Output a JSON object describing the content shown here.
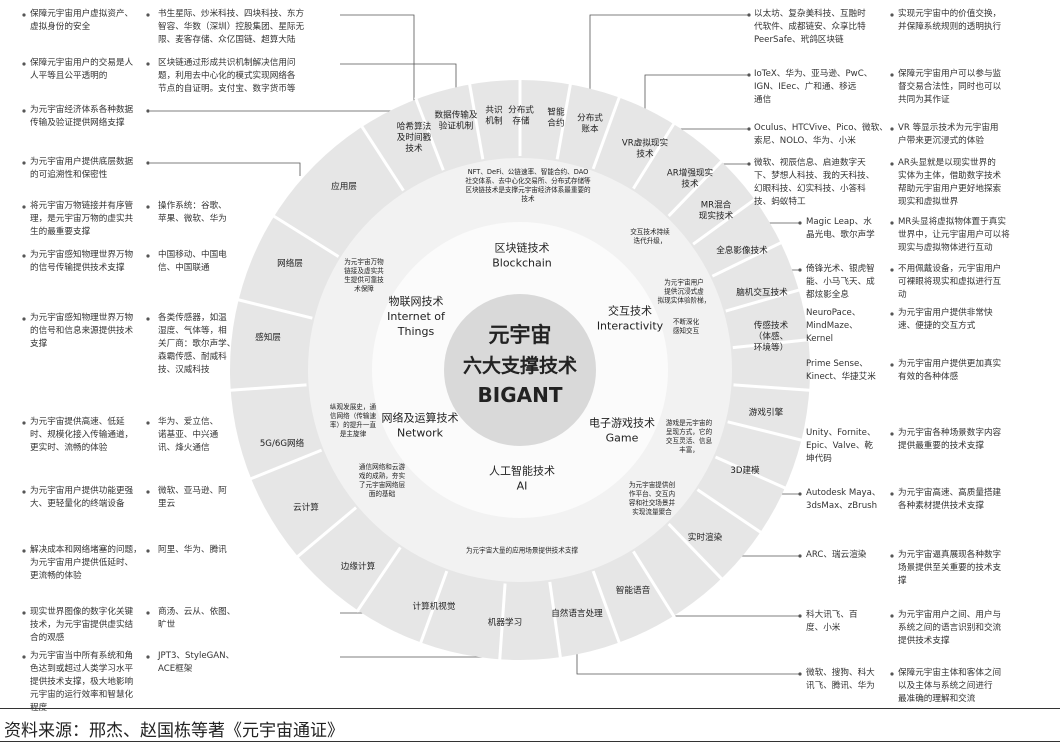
{
  "center": {
    "lines": [
      "元宇宙",
      "六大支撑技术",
      "BIGANT"
    ]
  },
  "pillars": [
    {
      "cn": "区块链技术",
      "en": "Blockchain"
    },
    {
      "cn": "交互技术",
      "en": "Interactivity"
    },
    {
      "cn": "电子游戏技术",
      "en": "Game"
    },
    {
      "cn": "人工智能技术",
      "en": "AI"
    },
    {
      "cn": "网络及运算技术",
      "en": "Network"
    },
    {
      "cn": "物联网技术",
      "en": "Internet of Things"
    }
  ],
  "ring_notes": [
    {
      "text": "NFT、DeFi、公链速率、智能合约、DAO\n社交体系、去中心化交易所、分布式存储等\n区块链技术是支撑元宇宙经济体系最重要的\n技术"
    },
    {
      "text": "交互技术持续\n迭代升级，"
    },
    {
      "text": "为元宇宙用户\n提供沉浸式虚\n拟现实体验阶梯，"
    },
    {
      "text": "不断深化\n感知交互"
    },
    {
      "text": "游戏是元宇宙的\n呈现方式，它的\n交互灵活、信息\n丰富，"
    },
    {
      "text": "为元宇宙提供创\n作平台、交互内\n容和社交场景并\n实现流量聚合"
    },
    {
      "text": "为元宇宙大量的应用场景提供技术支撑"
    },
    {
      "text": "通信网络和云游\n戏的成熟，夯实\n了元宇宙网络层\n面的基础"
    },
    {
      "text": "纵观发展史，通\n信网络（传输速\n率）的提升一直\n是主旋律"
    },
    {
      "text": "为元宇宙万物\n链接及虚实共\n生提供可靠技\n术保障"
    }
  ],
  "segments": [
    "哈希算法\n及时间戳\n技术",
    "数据传输及\n验证机制",
    "共识\n机制",
    "分布式\n存储",
    "智能\n合约",
    "分布式\n账本",
    "VR虚拟现实\n技术",
    "AR增强现实\n技术",
    "MR混合\n现实技术",
    "全息影像技术",
    "脑机交互技术",
    "传感技术\n（体感、\n环境等）",
    "游戏引擎",
    "3D建模",
    "实时渲染",
    "智能语音",
    "自然语言处理",
    "机器学习",
    "计算机视觉",
    "边缘计算",
    "云计算",
    "5G/6G网络",
    "感知层",
    "网络层",
    "应用层"
  ],
  "left_notes": [
    {
      "desc": "保障元宇宙用户虚拟资产、\n虚拟身份的安全",
      "companies": "书生星际、炒米科技、四块科技、东方\n智容、华数（深圳）控股集团、星际无\n限、麦客存储、众亿国链、超算大陆"
    },
    {
      "desc": "保障元宇宙用户的交易是人\n人平等且公平透明的",
      "companies": "区块链通过形成共识机制解决信用问\n题，利用去中心化的模式实现网络各\n节点的自证明。支付宝、数字货币等"
    },
    {
      "desc": "为元宇宙经济体系各种数据\n传输及验证提供网络支撑",
      "companies": ""
    },
    {
      "desc": "为元宇宙用户提供底层数据\n的可追溯性和保密性",
      "companies": ""
    },
    {
      "desc": "将元宇宙万物链接并有序管\n理，是元宇宙万物的虚实共\n生的最重要支撑",
      "companies": "操作系统：谷歌、\n苹果、微软、华为"
    },
    {
      "desc": "为元宇宙感知物理世界万物\n的信号传输提供技术支撑",
      "companies": "中国移动、中国电\n信、中国联通"
    },
    {
      "desc": "为元宇宙感知物理世界万物\n的信号和信息来源提供技术\n支撑",
      "companies": "各类传感器，如温\n湿度、气体等，相\n关厂商：歌尔声学、\n森霸传感、耐威科\n技、汉威科技"
    },
    {
      "desc": "为元宇宙提供高速、低延\n时、规模化接入传输通道，\n更实时、流畅的体验",
      "companies": "华为、爱立信、\n诺基亚、中兴通\n讯、烽火通信"
    },
    {
      "desc": "为元宇宙用户提供功能更强\n大、更轻量化的终端设备",
      "companies": "微软、亚马逊、阿\n里云"
    },
    {
      "desc": "解决成本和网络堵塞的问题，\n为元宇宙用户提供低延时、\n更流畅的体验",
      "companies": "阿里、华为、腾讯"
    },
    {
      "desc": "现实世界图像的数字化关键\n技术，为元宇宙提供虚实结\n合的观感",
      "companies": "商汤、云从、依图、\n旷世"
    },
    {
      "desc": "为元宇宙当中所有系统和角\n色达到或超过人类学习水平\n提供技术支撑，极大地影响\n元宇宙的运行效率和智慧化\n程度",
      "companies": "JPT3、StyleGAN、\nACE框架"
    }
  ],
  "right_notes": [
    {
      "companies": "以太坊、复杂美科技、互融时\n代软件、成都链安、众享比特\nPeerSafe、玳鸽区块链",
      "desc": "实现元宇宙中的价值交换，\n并保障系统规则的透明执行"
    },
    {
      "companies": "IoTeX、华为、亚马逊、PwC、\nIGN、IEec、广和通、移远\n通信",
      "desc": "保障元宇宙用户可以参与监\n督交易合法性，同时也可以\n共同为其作证"
    },
    {
      "companies": "Oculus、HTCVive、Pico、微软、\n索尼、NOLO、华为、小米",
      "desc": "VR 等显示技术为元宇宙用\n户带来更沉浸式的体验"
    },
    {
      "companies": "微软、视辰信息、启迪数字天\n下、梦想人科技、我的天科技、\n幻眼科技、幻实科技、小答科\n技、蚂蚁特工",
      "desc": "AR头显就是以现实世界的\n实体为主体，借助数字技术\n帮助元宇宙用户更好地探索\n现实和虚拟世界"
    },
    {
      "companies": "Magic Leap、水\n晶光电、歌尔声学",
      "desc": "MR头显将虚拟物体置于真实\n世界中，让元宇宙用户可以将\n现实与虚拟物体进行互动"
    },
    {
      "companies": "倚锋光术、银虎智\n能、小马飞天、成\n都炫影全息",
      "desc": "不用佩戴设备，元宇宙用户\n可裸眼将现实和虚拟进行互\n动"
    },
    {
      "companies": "NeuroPace、\nMindMaze、\nKernel",
      "desc": "为元宇宙用户提供非常快\n速、便捷的交互方式"
    },
    {
      "companies": "Prime Sense、\nKinect、华捷艾米",
      "desc": "为元宇宙用户提供更加真实\n有效的各种体感"
    },
    {
      "companies": "Unity、Fornite、\nEpic、Valve、乾\n坤代码",
      "desc": "为元宇宙各种场景数字内容\n提供最重要的技术支撑"
    },
    {
      "companies": "Autodesk Maya、\n3dsMax、zBrush",
      "desc": "为元宇宙高速、高质量搭建\n各种素材提供技术支撑"
    },
    {
      "companies": "ARC、瑞云渲染",
      "desc": "为元宇宙逼真展现各种数字\n场景提供至关重要的技术支\n撑"
    },
    {
      "companies": "科大讯飞、百\n度、小米",
      "desc": "为元宇宙用户之间、用户与\n系统之间的语言识别和交流\n提供技术支撑"
    },
    {
      "companies": "微软、搜狗、科大\n讯飞、腾讯、华为",
      "desc": "保障元宇宙主体和客体之间\n以及主体与系统之间进行\n最准确的理解和交流"
    }
  ],
  "source": {
    "text": "资料来源：邢杰、赵国栋等著《元宇宙通证》"
  },
  "colors": {
    "outer": "#e6e6e6",
    "mid": "#f2f2f2",
    "inner": "#fbfbfb",
    "core": "#d9d9d9",
    "divider": "#ffffff",
    "leader": "#555555"
  }
}
